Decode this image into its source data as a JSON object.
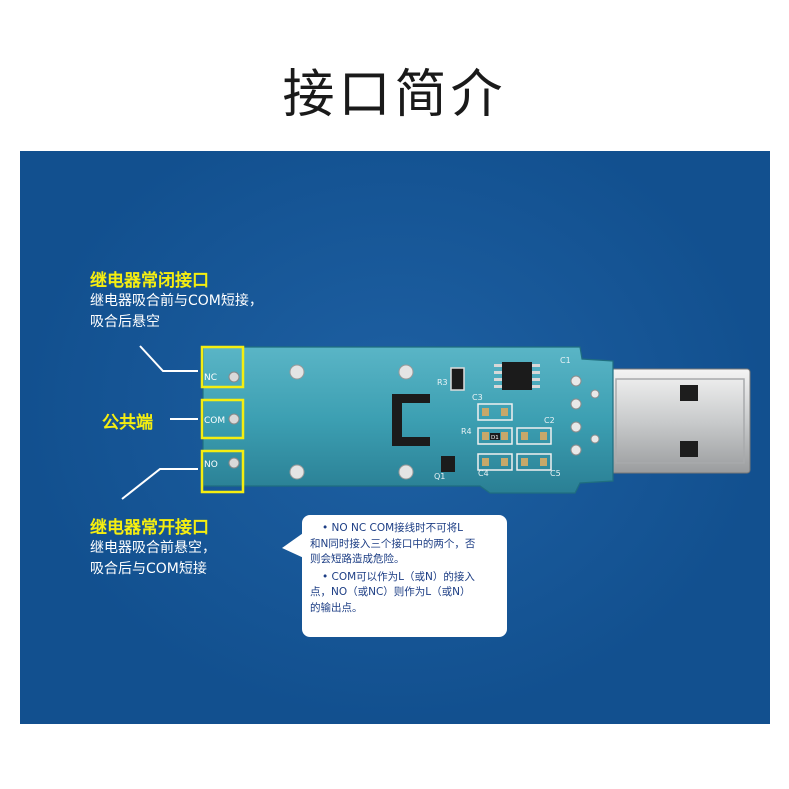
{
  "title": "接口简介",
  "labels": {
    "nc": {
      "title": "继电器常闭接口",
      "desc_line1": "继电器吸合前与COM短接，",
      "desc_line2": "吸合后悬空"
    },
    "com": {
      "title": "公共端"
    },
    "no": {
      "title": "继电器常开接口",
      "desc_line1": "继电器吸合前悬空，",
      "desc_line2": "吸合后与COM短接"
    }
  },
  "board": {
    "pin_nc": "NC",
    "pin_com": "COM",
    "pin_no": "NO",
    "silk": [
      "R3",
      "C3",
      "R4",
      "C2",
      "Q1",
      "C4",
      "C5",
      "C1",
      "D1"
    ]
  },
  "note": {
    "bullet1_line1": "• NO NC COM接线时不可将L",
    "bullet1_line2": "和N同时接入三个接口中的两个，否",
    "bullet1_line3": "则会短路造成危险。",
    "bullet2_line1": "• COM可以作为L（或N）的接入",
    "bullet2_line2": "点，NO（或NC）则作为L（或N）",
    "bullet2_line3": "的输出点。"
  },
  "colors": {
    "panel": "#12508f",
    "highlight": "#f5ee10",
    "pcb": "#3c9fb2",
    "note_text": "#1c3d84"
  }
}
